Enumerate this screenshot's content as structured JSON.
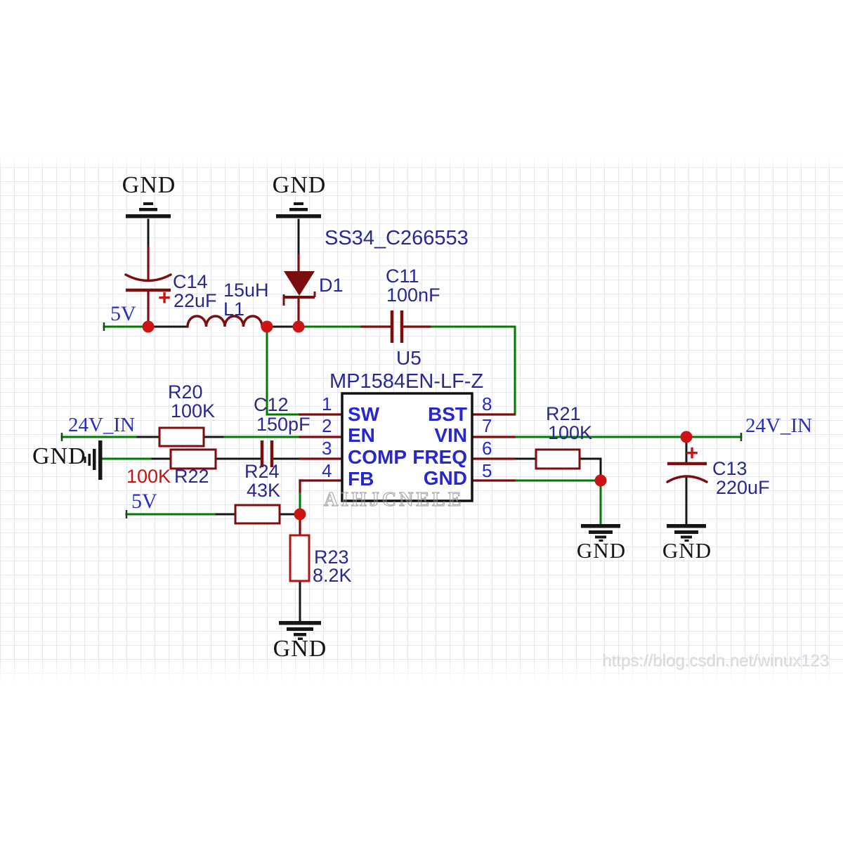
{
  "colors": {
    "wire": "#007B00",
    "dred": "#7B0D0D",
    "red": "#C41414",
    "dot": "#CC1414",
    "navy": "#28288F",
    "pinblue": "#2727CE",
    "netblue": "#2B2FBE",
    "black": "#161616",
    "grid": "#CED1DE"
  },
  "nets": {
    "gnd": "GND",
    "rail_5v_top": "5V",
    "in_24v_left": "24V_IN",
    "in_24v_right": "24V_IN",
    "rail_5v_bottom": "5V"
  },
  "ic": {
    "designator": "U5",
    "part": "MP1584EN-LF-Z",
    "pins_left": [
      {
        "num": "1",
        "name": "SW"
      },
      {
        "num": "2",
        "name": "EN"
      },
      {
        "num": "3",
        "name": "COMP"
      },
      {
        "num": "4",
        "name": "FB"
      }
    ],
    "pins_right": [
      {
        "num": "8",
        "name": "BST"
      },
      {
        "num": "7",
        "name": "VIN"
      },
      {
        "num": "6",
        "name": "FREQ"
      },
      {
        "num": "5",
        "name": "GND"
      }
    ]
  },
  "components": {
    "C14": {
      "designator": "C14",
      "value": "22uF"
    },
    "L1": {
      "designator": "L1",
      "value": "15uH"
    },
    "D1": {
      "designator": "D1",
      "part": "SS34_C266553"
    },
    "C11": {
      "designator": "C11",
      "value": "100nF"
    },
    "C12": {
      "designator": "C12",
      "value": "150pF"
    },
    "R20": {
      "designator": "R20",
      "value": "100K"
    },
    "R22": {
      "designator": "R22",
      "value": "100K"
    },
    "R24": {
      "designator": "R24",
      "value": "43K"
    },
    "R23": {
      "designator": "R23",
      "value": "8.2K"
    },
    "R21": {
      "designator": "R21",
      "value": "100K"
    },
    "C13": {
      "designator": "C13",
      "value": "220uF"
    }
  },
  "misc": {
    "plus": "+"
  },
  "watermarks": {
    "center": "AIHJCNELE",
    "url": "https://blog.csdn.net/winux123"
  }
}
